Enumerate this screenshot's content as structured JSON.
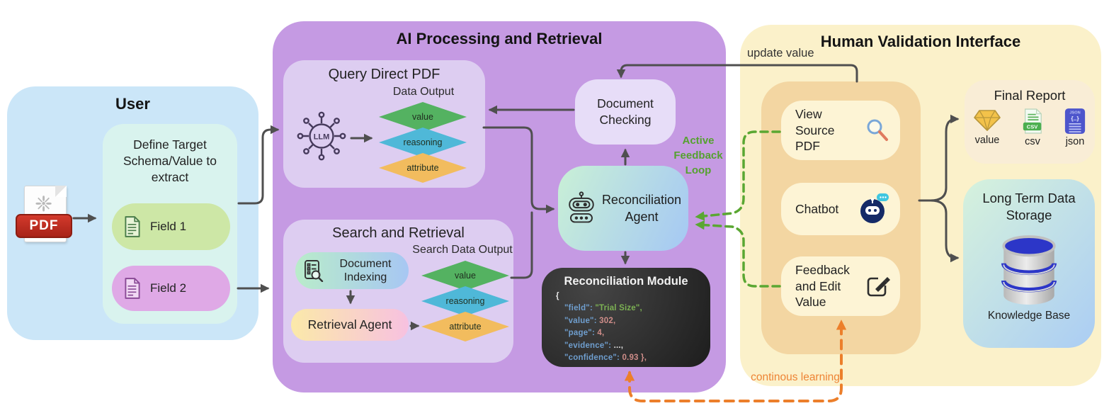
{
  "sections": {
    "user": {
      "title": "User",
      "pdf_badge": "PDF",
      "define_box_text": "Define Target Schema/Value to extract",
      "field1": "Field 1",
      "field2": "Field 2"
    },
    "ai": {
      "title": "AI Processing and Retrieval",
      "query_box": {
        "title": "Query Direct PDF",
        "output_label": "Data Output",
        "llm_label": "LLM",
        "diamonds": [
          "value",
          "reasoning",
          "attribute"
        ]
      },
      "search_box": {
        "title": "Search and Retrieval",
        "output_label": "Search Data Output",
        "doc_indexing": "Document Indexing",
        "retrieval_agent": "Retrieval Agent",
        "diamonds": [
          "value",
          "reasoning",
          "attribute"
        ]
      },
      "document_checking": "Document Checking",
      "active_feedback": "Active Feedback Loop",
      "recon_agent": "Reconciliation Agent",
      "recon_module": {
        "title": "Reconciliation Module",
        "open_brace": "{",
        "lines": [
          {
            "key": "\"field\":",
            "value": "\"Trial Size\","
          },
          {
            "key": "\"value\":",
            "value": "302,"
          },
          {
            "key": "\"page\":",
            "value": "4,"
          },
          {
            "key": "\"evidence\":",
            "value": "...,"
          },
          {
            "key": "\"confidence\":",
            "value": "0.93 },"
          }
        ]
      }
    },
    "human": {
      "title": "Human Validation Interface",
      "update_value_label": "update value",
      "view_source_pdf": "View Source PDF",
      "chatbot": "Chatbot",
      "feedback_edit": "Feedback and Edit Value",
      "final_report": {
        "title": "Final Report",
        "items": [
          {
            "label": "value"
          },
          {
            "label": "csv",
            "icon_text": "CSV"
          },
          {
            "label": "json",
            "icon_text": "JSON"
          }
        ]
      },
      "storage": {
        "title": "Long Term Data Storage",
        "caption": "Knowledge Base"
      },
      "continuous_learning_label": "continous learning"
    }
  },
  "colors": {
    "user_box": "#cbe6f8",
    "define_box": "#d9f3ee",
    "field1_pill": "#cde7a6",
    "field2_pill": "#dfa9e6",
    "ai_box": "#c59ae3",
    "ai_inner_box": "#ddcdf1",
    "diamond_value": "#54b261",
    "diamond_reasoning": "#4fb8d8",
    "diamond_attribute": "#f2bc5e",
    "document_checking": "#e7ddf8",
    "agent_gradient": [
      "#c9f0d6",
      "#a5c8f4"
    ],
    "module_bg": "#222222",
    "human_box": "#fbf1ca",
    "human_inner_box": "#f3d6a2",
    "human_pill": "#fdf4d5",
    "arrow_gray": "#4f4f4f",
    "feedback_green": "#5aa732",
    "learning_orange": "#ec7f2b",
    "pdf_red": "#b72c1d"
  }
}
